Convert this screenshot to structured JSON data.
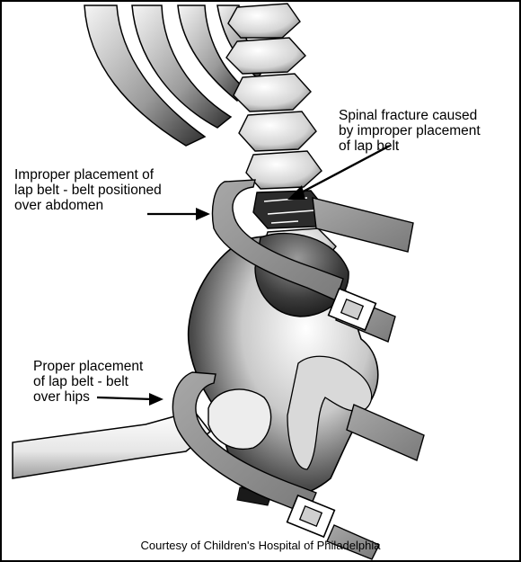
{
  "labels": {
    "spinal_fracture": "Spinal fracture caused\nby improper placement\nof lap belt",
    "improper_placement": "Improper placement of\nlap belt - belt positioned\nover abdomen",
    "proper_placement": "Proper placement\nof lap belt - belt\nover hips"
  },
  "credit": "Courtesy of Children's Hospital of Philadelphia",
  "colors": {
    "ink": "#000000",
    "bone_light": "#f2f2f2",
    "bone_mid": "#bdbdbd",
    "bone_dark": "#3a3a3a",
    "belt": "#8e8e8e",
    "background": "#ffffff"
  },
  "icons": [
    "arrow-icon",
    "buckle-icon"
  ]
}
